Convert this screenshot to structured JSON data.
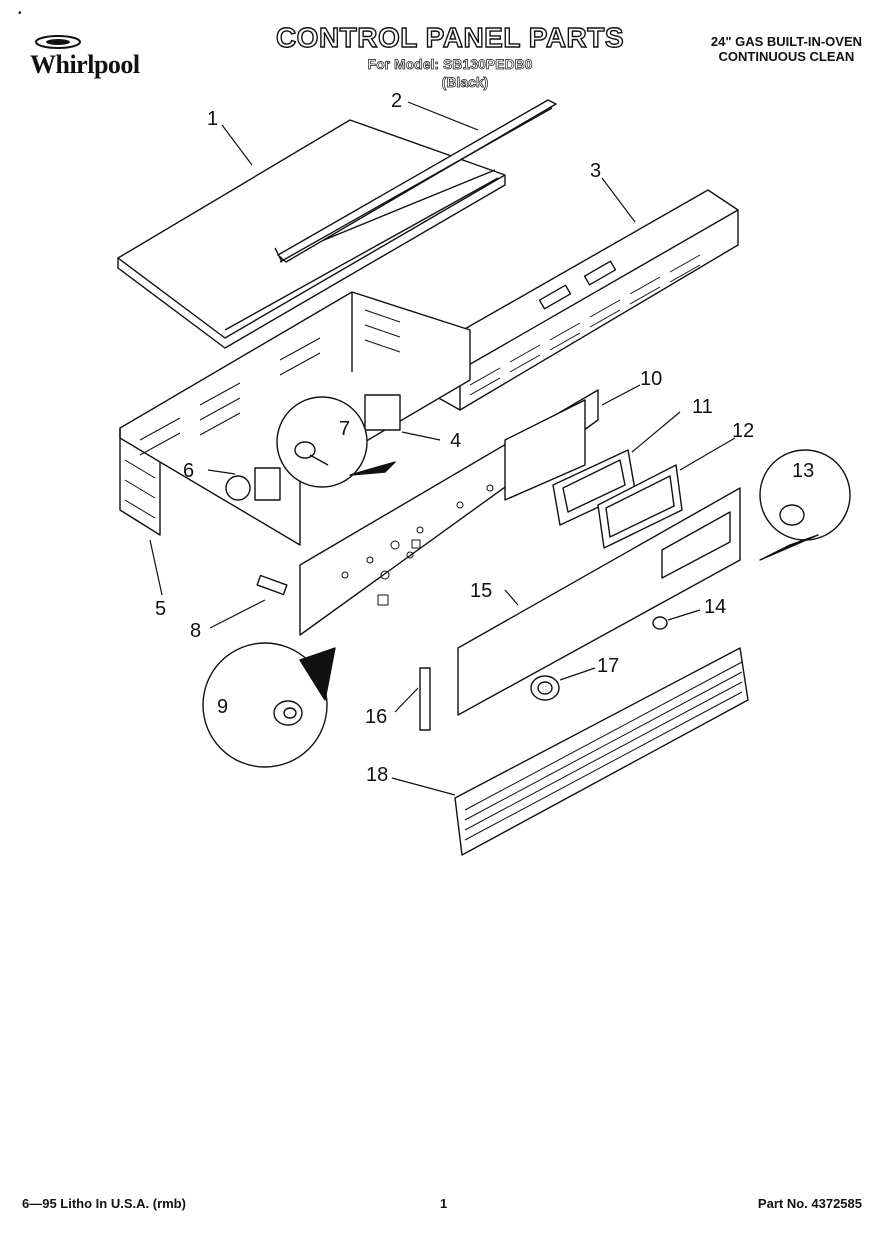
{
  "header": {
    "brand": "Whirlpool",
    "title": "CONTROL PANEL PARTS",
    "model_line": "For Model: SB130PEDB0",
    "color_line": "(Black)",
    "product_line1": "24\" GAS BUILT-IN-OVEN",
    "product_line2": "CONTINUOUS CLEAN"
  },
  "callouts": [
    "1",
    "2",
    "3",
    "4",
    "5",
    "6",
    "7",
    "8",
    "9",
    "10",
    "11",
    "12",
    "13",
    "14",
    "15",
    "16",
    "17",
    "18"
  ],
  "footer": {
    "left": "6—95 Litho In U.S.A. (rmb)",
    "center": "1",
    "right": "Part No. 4372585"
  },
  "colors": {
    "ink": "#111111",
    "paper": "#ffffff"
  }
}
